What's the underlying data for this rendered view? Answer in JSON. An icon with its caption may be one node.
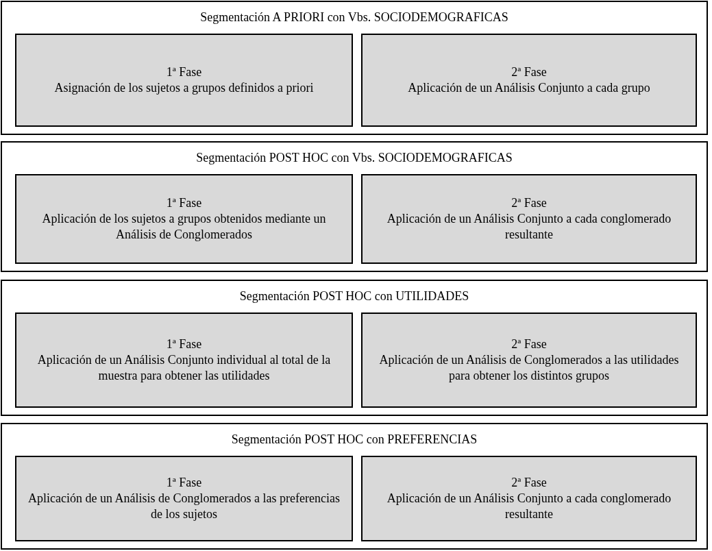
{
  "diagram": {
    "nodes": [
      {
        "text": [
          "Segmentación A PRIORI con Vbs. SOCIODEMOGRAFICAS"
        ]
      },
      {
        "text": [
          "1ª Fase",
          "Asignación de los sujetos a grupos definidos a priori"
        ],
        "in": 0
      },
      {
        "text": [
          "2ª Fase",
          "Aplicación de un Análisis Conjunto a cada grupo"
        ],
        "in": 0
      },
      {
        "text": [
          "Segmentación POST HOC con Vbs. SOCIODEMOGRAFICAS"
        ]
      },
      {
        "text": [
          "1ª Fase",
          "Aplicación de los sujetos a grupos obtenidos mediante un Análisis de Conglomerados"
        ],
        "in": 3
      },
      {
        "text": [
          "2ª Fase",
          "Aplicación de un Análisis Conjunto a cada conglomerado resultante"
        ],
        "in": 3
      },
      {
        "text": [
          "Segmentación POST HOC con UTILIDADES"
        ]
      },
      {
        "text": [
          "1ª Fase",
          "Aplicación de un Análisis Conjunto individual al total de la muestra para obtener las utilidades"
        ],
        "in": 6
      },
      {
        "text": [
          "2ª Fase",
          "Aplicación de un Análisis de Conglomerados a las utilidades para obtener los distintos grupos"
        ],
        "in": 6
      },
      {
        "text": [
          "Segmentación POST HOC con PREFERENCIAS"
        ]
      },
      {
        "text": [
          "1ª Fase",
          "Aplicación de un Análisis de Conglomerados a las preferencias de los sujetos"
        ],
        "in": 9
      },
      {
        "text": [
          "2ª Fase",
          "Aplicación de un Análisis Conjunto a cada conglomerado resultante"
        ],
        "in": 9
      }
    ]
  }
}
